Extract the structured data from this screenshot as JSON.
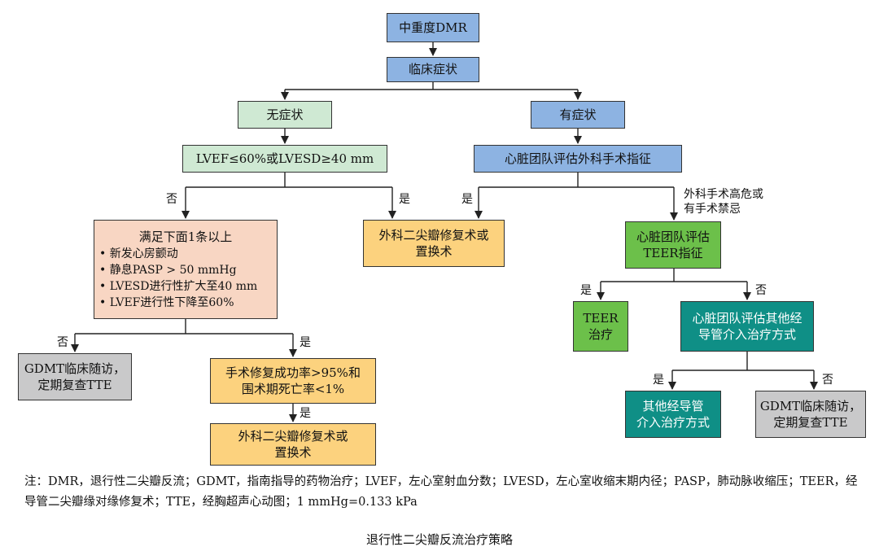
{
  "nodes": {
    "dmr": "中重度DMR",
    "symptom": "临床症状",
    "asymptomatic": "无症状",
    "symptomatic": "有症状",
    "lvef_check": "LVEF≤60%或LVESD≥40 mm",
    "heart_team_surgery": "心脏团队评估外科手术指征",
    "criteria": {
      "title": "满足下面1条以上",
      "items": [
        "新发心房颤动",
        "静息PASP > 50 mmHg",
        "LVESD进行性扩大至40 mm",
        "LVEF进行性下降至60%"
      ]
    },
    "surgery_1": [
      "外科二尖瓣修复术或",
      "置换术"
    ],
    "heart_team_teer": [
      "心脏团队评估",
      "TEER指征"
    ],
    "gdmt_1": [
      "GDMT临床随访，",
      "定期复查TTE"
    ],
    "success_rate": [
      "手术修复成功率>95%和",
      "围术期死亡率<1%"
    ],
    "surgery_2": [
      "外科二尖瓣修复术或",
      "置换术"
    ],
    "teer_treatment": [
      "TEER",
      "治疗"
    ],
    "other_eval": [
      "心脏团队评估其他经",
      "导管介入治疗方式"
    ],
    "other_treatment": [
      "其他经导管",
      "介入治疗方式"
    ],
    "gdmt_2": [
      "GDMT临床随访，",
      "定期复查TTE"
    ]
  },
  "edge_labels": {
    "no_1": "否",
    "yes_1": "是",
    "yes_2": "是",
    "high_risk": [
      "外科手术高危或",
      "有手术禁忌"
    ],
    "no_2": "否",
    "yes_3": "是",
    "yes_4": "是",
    "no_3": "否",
    "yes_5": "是",
    "no_4": "否"
  },
  "note": "注：DMR，退行性二尖瓣反流；GDMT，指南指导的药物治疗；LVEF，左心室射血分数；LVESD，左心室收缩末期内径；PASP，肺动脉收缩压；TEER，经导管二尖瓣缘对缘修复术；TTE，经胸超声心动图；1 mmHg=0.133 kPa",
  "caption": "退行性二尖瓣反流治疗策略"
}
